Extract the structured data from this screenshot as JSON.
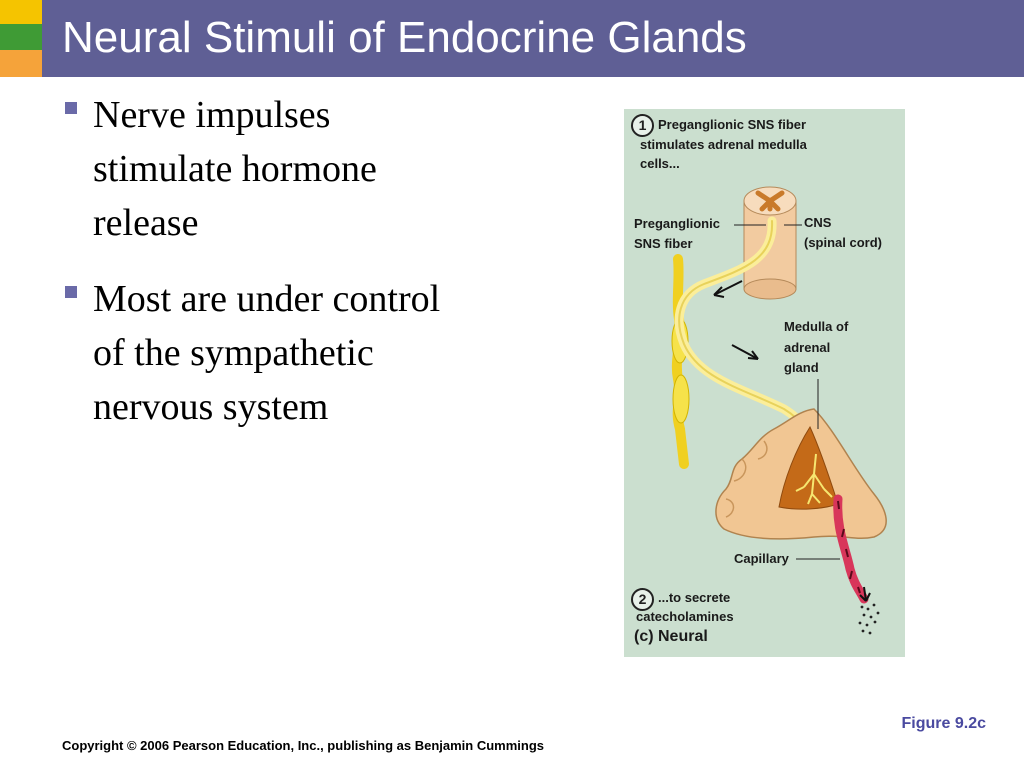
{
  "title": "Neural Stimuli of Endocrine Glands",
  "bullets": [
    {
      "text_lines": [
        "Nerve impulses",
        "stimulate hormone",
        "release"
      ]
    },
    {
      "text_lines": [
        "Most are under control",
        "of the sympathetic",
        "nervous system"
      ]
    }
  ],
  "figure": {
    "step1_number": "1",
    "step1_lines": [
      "Preganglionic SNS fiber",
      "stimulates adrenal medulla",
      "cells..."
    ],
    "label_preganglionic": [
      "Preganglionic",
      "SNS fiber"
    ],
    "label_cns": [
      "CNS",
      "(spinal cord)"
    ],
    "label_medulla": [
      "Medulla of",
      "adrenal",
      "gland"
    ],
    "label_capillary": "Capillary",
    "step2_number": "2",
    "step2_lines": [
      "...to secrete",
      "catecholamines"
    ],
    "caption": "(c) Neural"
  },
  "figure_ref": "Figure 9.2c",
  "copyright": "Copyright © 2006 Pearson Education, Inc., publishing as Benjamin Cummings",
  "colors": {
    "title_bar": "#5f5f95",
    "bullet_marker": "#6a6aa8",
    "figure_bg": "#cbdfcf",
    "figure_ref": "#4a4aa0"
  }
}
